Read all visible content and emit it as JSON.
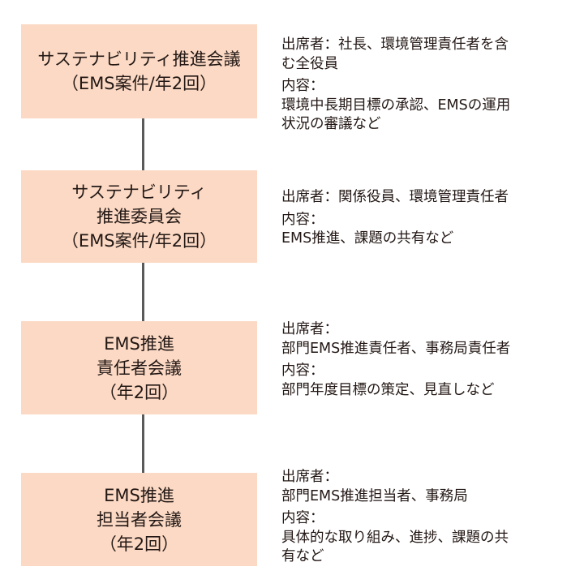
{
  "boxes": [
    {
      "lines": [
        "サステナビリティ推進会議",
        "（EMS案件/年2回）"
      ]
    },
    {
      "lines": [
        "サステナビリティ",
        "推進委員会",
        "（EMS案件/年2回）"
      ]
    },
    {
      "lines": [
        "EMS推進",
        "責任者会議",
        "（年2回）"
      ]
    },
    {
      "lines": [
        "EMS推進",
        "担当者会議",
        "（年2回）"
      ]
    }
  ],
  "descriptions": [
    {
      "attendees_lines": [
        "出席者：社長、環境管理責任者を含",
        "む全役員"
      ],
      "content_label": "内容：",
      "content_lines": [
        "環境中長期目標の承認、EMSの運用",
        "状況の審議など"
      ]
    },
    {
      "attendees_lines": [
        "出席者：関係役員、環境管理責任者"
      ],
      "content_label": "内容：",
      "content_lines": [
        "EMS推進、課題の共有など"
      ]
    },
    {
      "attendees_lines": [
        "出席者：",
        "部門EMS推進責任者、事務局責任者"
      ],
      "content_label": "内容：",
      "content_lines": [
        "部門年度目標の策定、見直しなど"
      ]
    },
    {
      "attendees_lines": [
        "出席者：",
        "部門EMS推進担当者、事務局"
      ],
      "content_label": "内容：",
      "content_lines": [
        "具体的な取り組み、進捗、課題の共",
        "有など"
      ]
    }
  ]
}
